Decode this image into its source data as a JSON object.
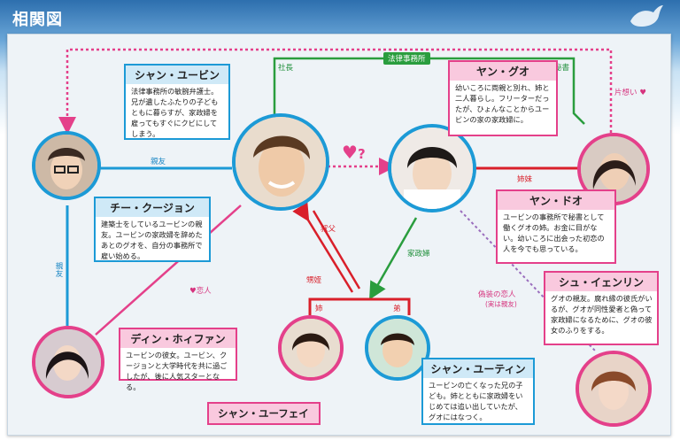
{
  "title": "相関図",
  "colors": {
    "pink": "#e4408a",
    "blue": "#1c9ad6",
    "green": "#2a9d3e",
    "red": "#d91f2a"
  },
  "chars": {
    "yu_bin": {
      "name": "シャン・ユービン",
      "desc": "法律事務所の敏腕弁護士。兄が遺したふたりの子どもともに暮らすが、家政婦を雇ってもすぐにクビにしてしまう。"
    },
    "guo": {
      "name": "ヤン・グオ",
      "desc": "幼いころに両親と別れ、姉と二人暮らし。フリーターだったが、ひょんなことからユービンの家の家政婦に。"
    },
    "chi": {
      "name": "チー・クージョン",
      "desc": "建築士をしているユービンの親友。ユービンの家政婦を辞めたあとのグオを、自分の事務所で雇い始める。"
    },
    "dao": {
      "name": "ヤン・ドオ",
      "desc": "ユービンの事務所で秘書として働くグオの姉。お金に目がない。幼いころに出会った初恋の人を今でも思っている。"
    },
    "shu": {
      "name": "シュ・イェンリン",
      "desc": "グオの親友。腐れ縁の彼氏がいるが、グオが同性愛者と偽って家政婦になるために、グオの彼女のふりをする。"
    },
    "ding": {
      "name": "ディン・ホィファン",
      "desc": "ユービンの彼女。ユービン、クージョンと大学時代を共に過ごしたが、後に人気スターとなる。"
    },
    "yu_fei": {
      "name": "シャン・ユーフェイ"
    },
    "yu_ting": {
      "name": "シャン・ユーティン",
      "desc": "ユービンの亡くなった兄の子ども。姉とともに家政婦をいじめては追い出していたが、グオにはなつく。"
    }
  },
  "labels": {
    "law_office": "法律事務所",
    "president": "社長",
    "secretary": "秘書",
    "crush": "片想い",
    "best_friend_h": "親友",
    "best_friend_v": "親友",
    "sisters": "姉妹",
    "housekeeper": "家政婦",
    "uncle": "叔父",
    "nephew_niece": "甥姪",
    "lover": "恋人",
    "fake_lover": "偽装の恋人",
    "fake_lover_note": "(実は親友)",
    "older_sister": "姉",
    "younger_brother": "弟",
    "heart_question": "?"
  }
}
